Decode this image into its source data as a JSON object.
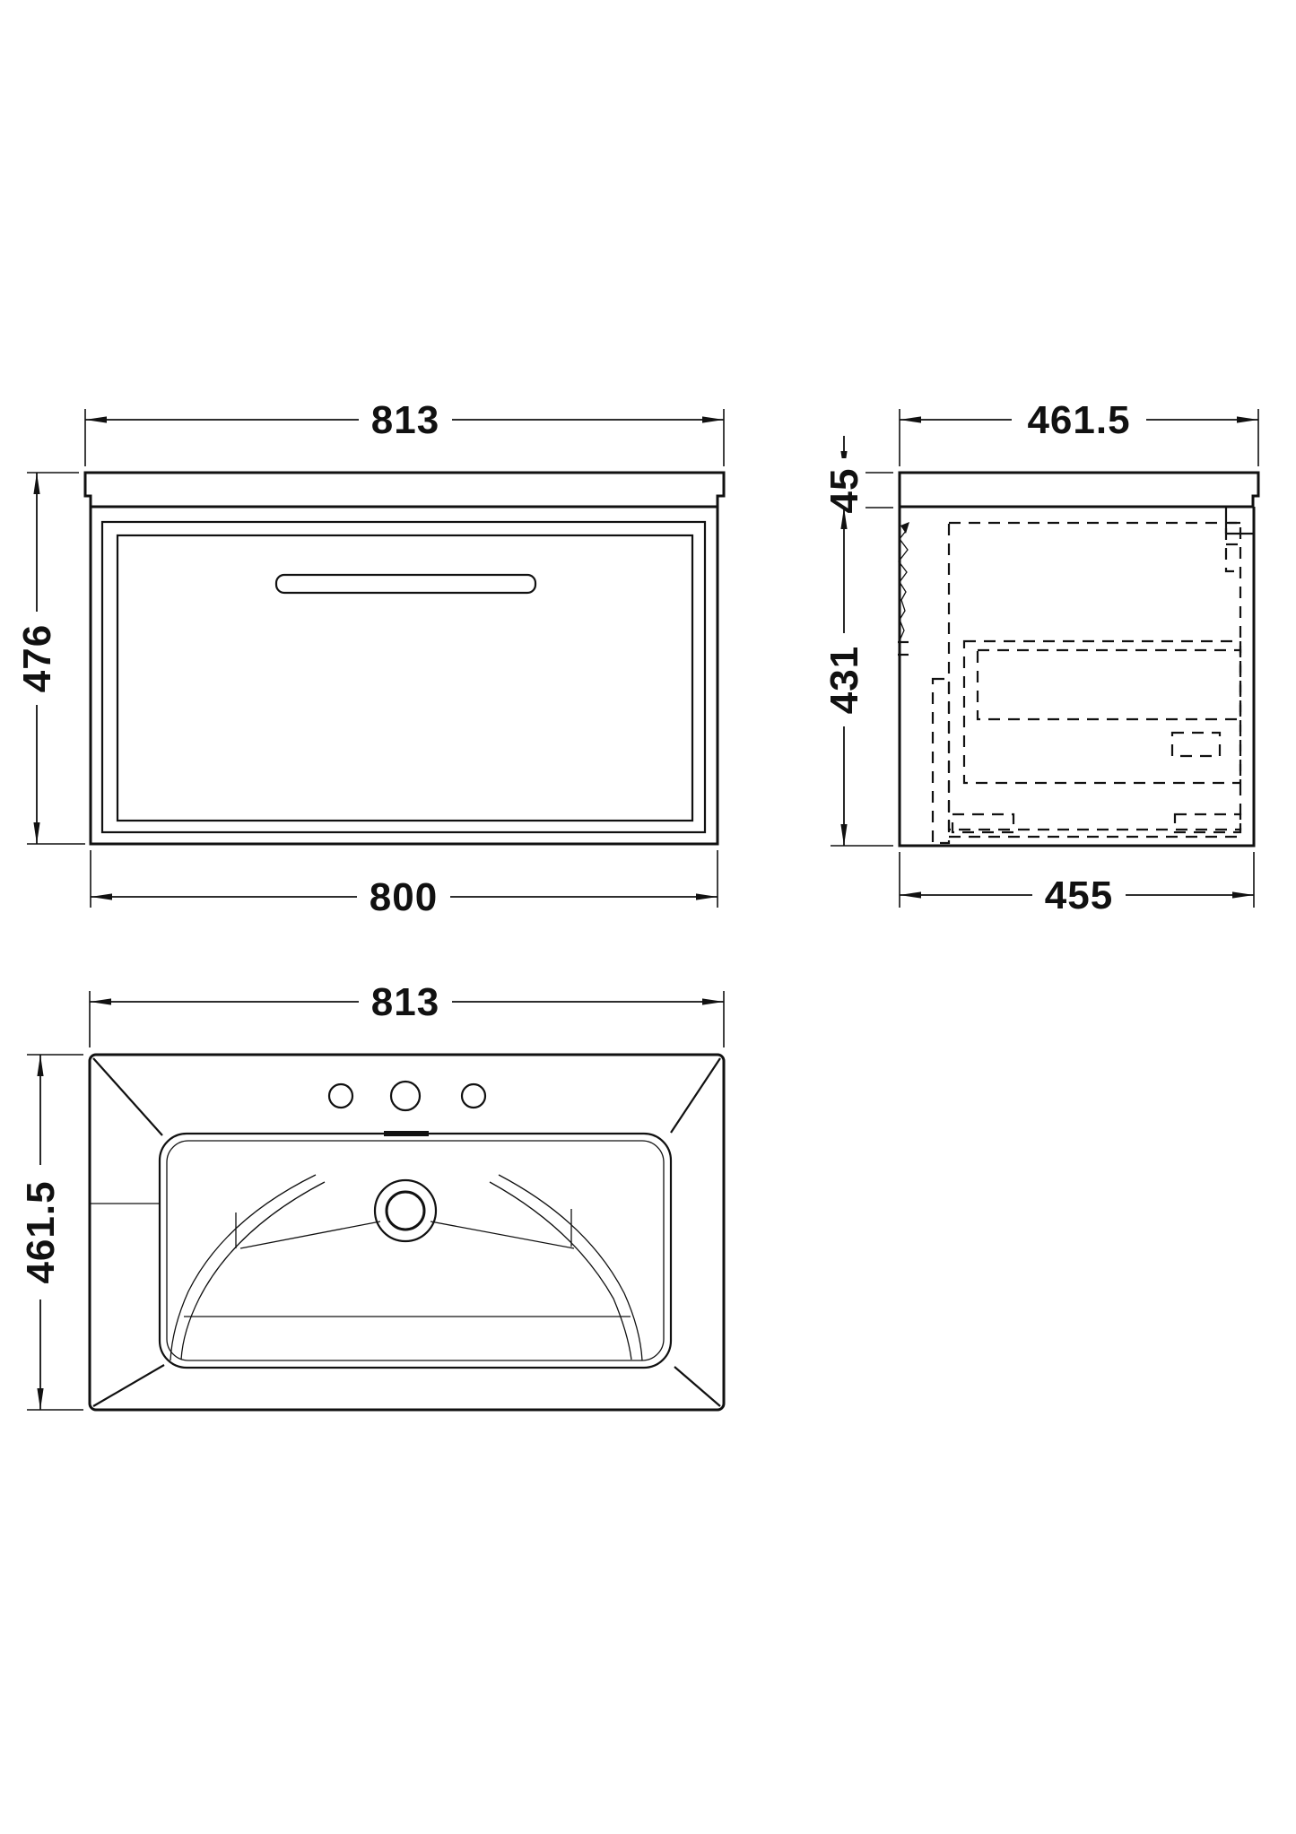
{
  "page": {
    "background": "#ffffff",
    "line_color": "#111111"
  },
  "views": {
    "front": {
      "dim_width_top": "813",
      "dim_height_left": "476",
      "dim_width_bottom": "800"
    },
    "side": {
      "dim_depth_top": "461.5",
      "dim_counter_thickness": "45",
      "dim_cabinet_height": "431",
      "dim_depth_bottom": "455"
    },
    "plan": {
      "dim_width_top": "813",
      "dim_depth_left": "461.5"
    }
  }
}
